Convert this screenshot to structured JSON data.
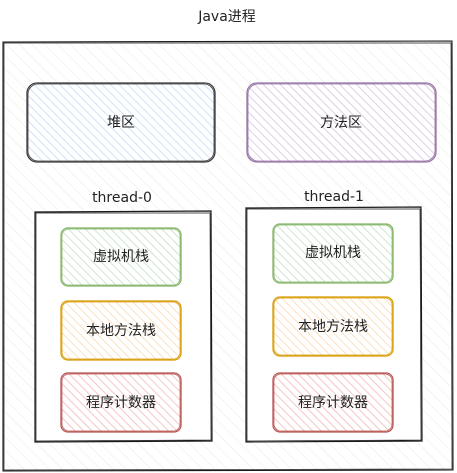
{
  "process": {
    "title": "Java进程"
  },
  "shared": {
    "heap": "堆区",
    "method_area": "方法区"
  },
  "threads": [
    {
      "name": "thread-0",
      "vm_stack": "虚拟机栈",
      "native_stack": "本地方法栈",
      "pc_register": "程序计数器"
    },
    {
      "name": "thread-1",
      "vm_stack": "虚拟机栈",
      "native_stack": "本地方法栈",
      "pc_register": "程序计数器"
    }
  ],
  "colors": {
    "heap_fill": "#dae8fc",
    "heap_stroke": "#3b3b3b",
    "method_fill": "#e1d5e7",
    "method_stroke": "#9673a6",
    "vm_fill": "#d5e8d4",
    "vm_stroke": "#82b366",
    "native_fill": "#ffe6cc",
    "native_stroke": "#d79b00",
    "pc_fill": "#f8cecc",
    "pc_stroke": "#b85450",
    "outline": "#1a1a1a",
    "process_fill": "#f7f7f2"
  }
}
